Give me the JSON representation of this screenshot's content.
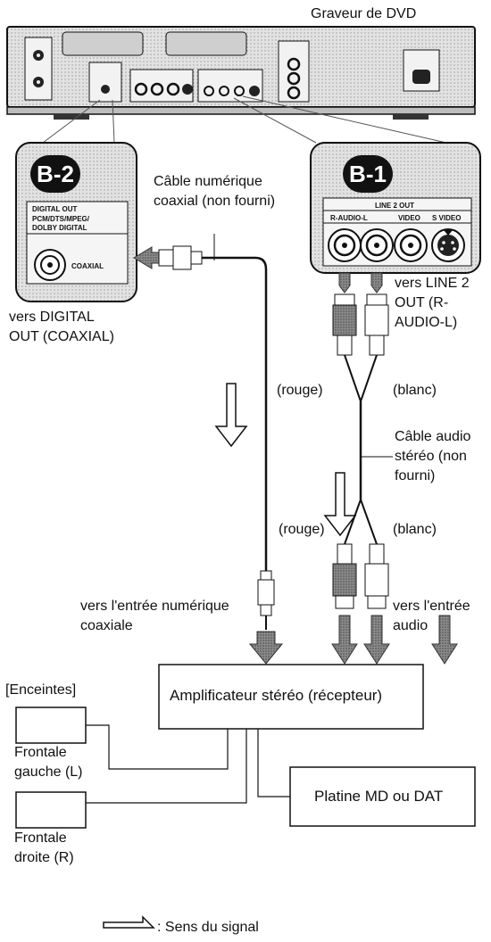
{
  "title": "Graveur de DVD",
  "badges": {
    "b2": "B-2",
    "b1": "B-1"
  },
  "digital_panel": {
    "header": "DIGITAL OUT",
    "sub1": "PCM/DTS/MPEG/",
    "sub2": "DOLBY DIGITAL",
    "coaxial": "COAXIAL"
  },
  "line2_panel": {
    "header": "LINE 2 OUT",
    "r_audio_l": "R-AUDIO-L",
    "video": "VIDEO",
    "s_video": "S VIDEO"
  },
  "labels": {
    "digital_cable_1": "Câble numérique",
    "digital_cable_2": "coaxial (non fourni)",
    "to_digital_out_1": "vers DIGITAL",
    "to_digital_out_2": "OUT (COAXIAL)",
    "to_line2_1": "vers LINE 2",
    "to_line2_2": "OUT (R-",
    "to_line2_3": "AUDIO-L)",
    "red_top": "(rouge)",
    "white_top": "(blanc)",
    "audio_cable_1": "Câble audio",
    "audio_cable_2": "stéréo (non",
    "audio_cable_3": "fourni)",
    "red_bottom": "(rouge)",
    "white_bottom": "(blanc)",
    "to_digital_in_1": "vers l'entrée numérique",
    "to_digital_in_2": "coaxiale",
    "to_audio_in_1": "vers l'entrée",
    "to_audio_in_2": "audio",
    "speakers": "[Enceintes]",
    "front_left_1": "Frontale",
    "front_left_2": "gauche (L)",
    "front_right_1": "Frontale",
    "front_right_2": "droite (R)",
    "amplifier": "Amplificateur stéréo (récepteur)",
    "md_dat": "Platine MD ou DAT",
    "signal_legend": ": Sens du signal"
  },
  "colors": {
    "ink": "#111111",
    "panel": "#e6e6e6",
    "device": "#d9d9d9",
    "arrow": "#777777"
  }
}
